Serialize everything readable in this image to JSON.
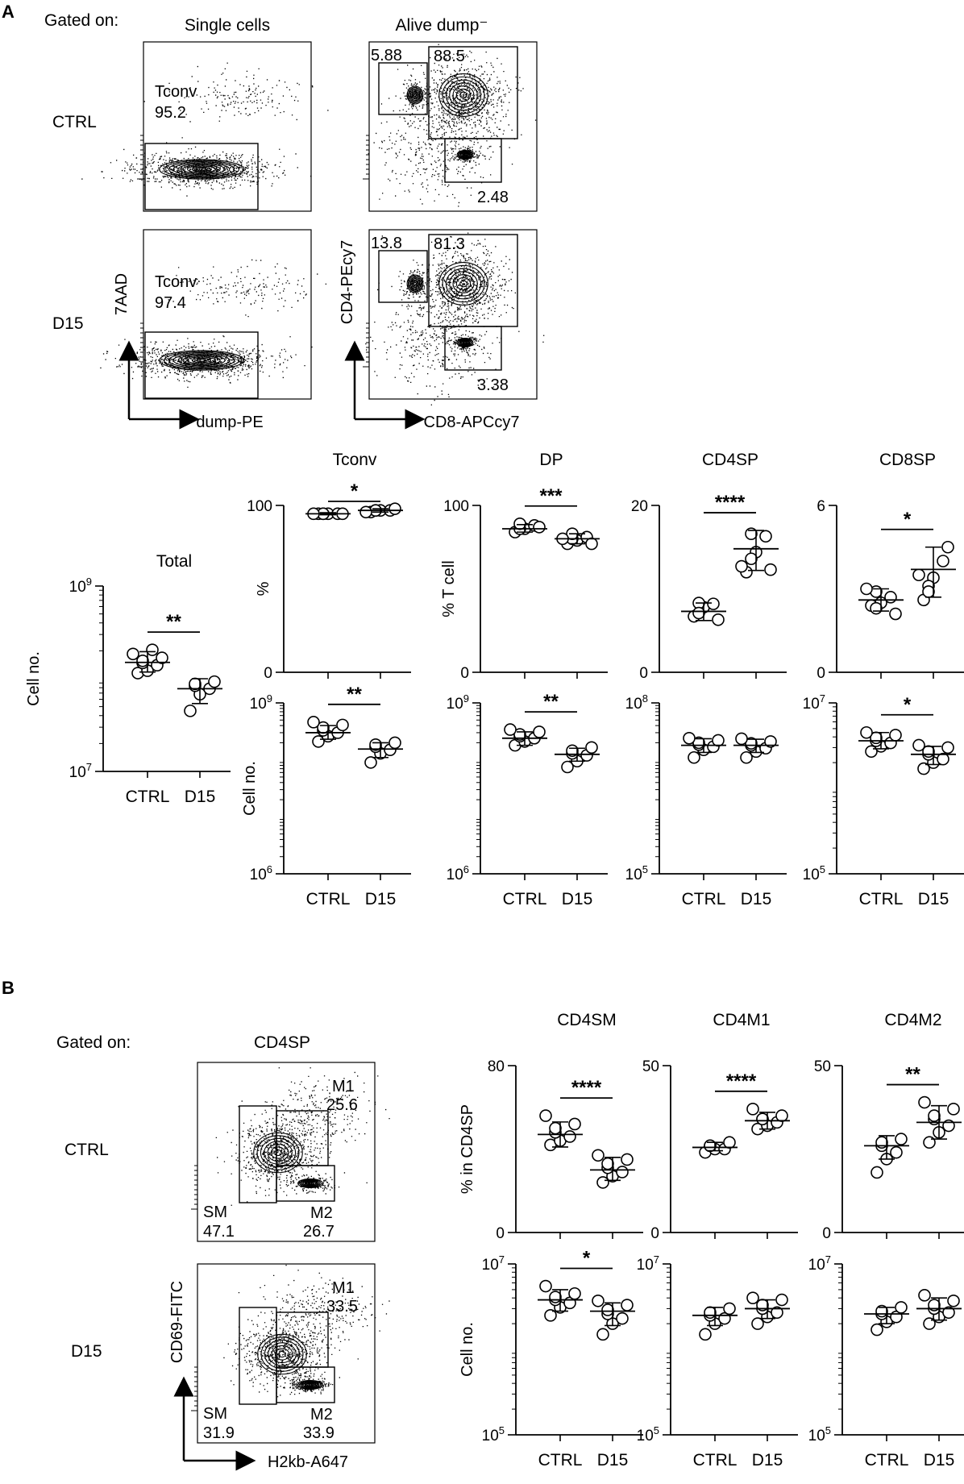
{
  "panels": {
    "A": {
      "letter": "A",
      "gated_on": "Gated on:",
      "gate_titles": [
        "Single cells",
        "Alive dump⁻"
      ],
      "rows": [
        "CTRL",
        "D15"
      ],
      "facs": [
        {
          "row": "CTRL",
          "plot": "7AAD_vs_dump",
          "gate_label": "Tconv",
          "gate_value": "95.2"
        },
        {
          "row": "CTRL",
          "plot": "CD4_vs_CD8",
          "values": [
            "5.88",
            "88.5",
            "2.48"
          ]
        },
        {
          "row": "D15",
          "plot": "7AAD_vs_dump",
          "gate_label": "Tconv",
          "gate_value": "97.4"
        },
        {
          "row": "D15",
          "plot": "CD4_vs_CD8",
          "values": [
            "13.8",
            "81.3",
            "3.38"
          ]
        }
      ],
      "facs_axes": {
        "y1": "7AAD",
        "x1": "dump-PE",
        "y2": "CD4-PEcy7",
        "x2": "CD8-APCcy7"
      }
    },
    "B": {
      "letter": "B",
      "gated_on": "Gated on:",
      "gate_title": "CD4SP",
      "rows": [
        "CTRL",
        "D15"
      ],
      "facs": [
        {
          "row": "CTRL",
          "M1": "25.6",
          "SM": "47.1",
          "M2": "26.7"
        },
        {
          "row": "D15",
          "M1": "33.5",
          "SM": "31.9",
          "M2": "33.9"
        }
      ],
      "gate_names": [
        "M1",
        "SM",
        "M2"
      ],
      "facs_axes": {
        "y": "CD69-FITC",
        "x": "H2kb-A647"
      }
    }
  },
  "chart_data": [
    {
      "id": "A_total",
      "type": "scatter",
      "title": "Total",
      "ylabel": "Cell no.",
      "scale": "log",
      "ylim": [
        10000000,
        1000000000
      ],
      "tick_values": [
        10000000,
        1000000000
      ],
      "tick_labels": [
        {
          "b": "10",
          "e": "7"
        },
        {
          "b": "10",
          "e": "9"
        }
      ],
      "categories": [
        "CTRL",
        "D15"
      ],
      "points": [
        [
          115000000,
          122000000,
          140000000,
          148000000,
          156000000,
          168000000,
          185000000,
          205000000
        ],
        [
          45000000,
          68000000,
          78000000,
          84000000,
          88000000,
          93000000
        ]
      ],
      "mean": [
        150000000,
        78000000
      ],
      "sd": [
        [
          118000000,
          196000000
        ],
        [
          54000000,
          100000000
        ]
      ],
      "significance": "**"
    },
    {
      "id": "A_tconv_pct",
      "type": "scatter",
      "title": "Tconv",
      "ylabel": "%",
      "scale": "linear",
      "ylim": [
        0,
        100
      ],
      "tick_values": [
        0,
        100
      ],
      "tick_labels": [
        {
          "b": "0"
        },
        {
          "b": "100"
        }
      ],
      "categories": [
        "",
        ""
      ],
      "points": [
        [
          95,
          95,
          95,
          95,
          95,
          95,
          95
        ],
        [
          96,
          97,
          97,
          97,
          97,
          98,
          96
        ]
      ],
      "mean": [
        95,
        97
      ],
      "sd": [
        [
          94.4,
          95.6
        ],
        [
          96,
          98
        ]
      ],
      "significance": "*"
    },
    {
      "id": "A_dp_pct",
      "type": "scatter",
      "title": "DP",
      "ylabel": "% T cell",
      "scale": "linear",
      "ylim": [
        0,
        100
      ],
      "tick_values": [
        0,
        100
      ],
      "tick_labels": [
        {
          "b": "0"
        },
        {
          "b": "100"
        }
      ],
      "categories": [
        "",
        ""
      ],
      "points": [
        [
          84,
          86,
          88,
          86,
          89,
          87
        ],
        [
          77,
          79,
          81,
          80,
          83,
          77,
          80
        ]
      ],
      "mean": [
        86,
        80
      ],
      "sd": [
        [
          84,
          88.5
        ],
        [
          77,
          83
        ]
      ],
      "significance": "***"
    },
    {
      "id": "A_cd4sp_pct",
      "type": "scatter",
      "title": "CD4SP",
      "ylabel": "",
      "scale": "linear",
      "ylim": [
        0,
        20
      ],
      "tick_values": [
        0,
        20
      ],
      "tick_labels": [
        {
          "b": "0"
        },
        {
          "b": "20"
        }
      ],
      "categories": [
        "",
        ""
      ],
      "points": [
        [
          6.7,
          7.8,
          8.2,
          8.3,
          7.1,
          6.3
        ],
        [
          12.0,
          14.4,
          16.3,
          16.6,
          13.6,
          12.3,
          12.7
        ]
      ],
      "mean": [
        7.3,
        14.8
      ],
      "sd": [
        [
          6.2,
          8.3
        ],
        [
          12.2,
          17.0
        ]
      ],
      "significance": "****"
    },
    {
      "id": "A_cd8sp_pct",
      "type": "scatter",
      "title": "CD8SP",
      "ylabel": "",
      "scale": "linear",
      "ylim": [
        0,
        6
      ],
      "tick_values": [
        0,
        6
      ],
      "tick_labels": [
        {
          "b": "0"
        },
        {
          "b": "6"
        }
      ],
      "categories": [
        "",
        ""
      ],
      "points": [
        [
          2.4,
          2.5,
          2.7,
          2.9,
          2.3,
          2.1,
          3.0
        ],
        [
          2.6,
          3.4,
          4.0,
          3.1,
          2.9,
          4.5,
          3.5
        ]
      ],
      "mean": [
        2.6,
        3.7
      ],
      "sd": [
        [
          2.2,
          3.0
        ],
        [
          2.7,
          4.5
        ]
      ],
      "significance": "*"
    },
    {
      "id": "A_tconv_no",
      "type": "scatter",
      "title": "",
      "ylabel": "Cell no.",
      "scale": "log",
      "ylim": [
        1000000,
        1000000000
      ],
      "tick_values": [
        1000000,
        1000000000
      ],
      "tick_labels": [
        {
          "b": "10",
          "e": "6"
        },
        {
          "b": "10",
          "e": "9"
        }
      ],
      "categories": [
        "CTRL",
        "D15"
      ],
      "points": [
        [
          210000000,
          260000000,
          300000000,
          330000000,
          370000000,
          410000000,
          460000000
        ],
        [
          90000000,
          130000000,
          150000000,
          170000000,
          185000000,
          200000000
        ]
      ],
      "mean": [
        300000000,
        155000000
      ],
      "sd": [
        [
          230000000,
          400000000
        ],
        [
          110000000,
          200000000
        ]
      ],
      "significance": "**"
    },
    {
      "id": "A_dp_no",
      "type": "scatter",
      "title": "",
      "ylabel": "",
      "scale": "log",
      "ylim": [
        1000000,
        1000000000
      ],
      "tick_values": [
        1000000,
        1000000000
      ],
      "tick_labels": [
        {
          "b": "10",
          "e": "6"
        },
        {
          "b": "10",
          "e": "9"
        }
      ],
      "categories": [
        "CTRL",
        "D15"
      ],
      "points": [
        [
          180000000,
          210000000,
          240000000,
          260000000,
          280000000,
          310000000,
          340000000
        ],
        [
          75000000,
          95000000,
          120000000,
          130000000,
          145000000,
          165000000
        ]
      ],
      "mean": [
        240000000,
        125000000
      ],
      "sd": [
        [
          180000000,
          310000000
        ],
        [
          95000000,
          160000000
        ]
      ],
      "significance": "**"
    },
    {
      "id": "A_cd4sp_no",
      "type": "scatter",
      "title": "",
      "ylabel": "",
      "scale": "log",
      "ylim": [
        100000,
        100000000
      ],
      "tick_values": [
        100000,
        100000000
      ],
      "tick_labels": [
        {
          "b": "10",
          "e": "5"
        },
        {
          "b": "10",
          "e": "8"
        }
      ],
      "categories": [
        "CTRL",
        "D15"
      ],
      "points": [
        [
          11000000,
          15000000,
          17000000,
          18500000,
          20000000,
          22000000,
          24000000
        ],
        [
          11000000,
          14000000,
          16000000,
          18000000,
          19500000,
          21000000,
          23500000
        ]
      ],
      "mean": [
        18000000,
        18000000
      ],
      "sd": [
        [
          13500000,
          23500000
        ],
        [
          13500000,
          23000000
        ]
      ],
      "significance": ""
    },
    {
      "id": "A_cd8sp_no",
      "type": "scatter",
      "title": "",
      "ylabel": "",
      "scale": "log",
      "ylim": [
        100000,
        10000000
      ],
      "tick_values": [
        100000,
        10000000
      ],
      "tick_labels": [
        {
          "b": "10",
          "e": "5"
        },
        {
          "b": "10",
          "e": "7"
        }
      ],
      "categories": [
        "CTRL",
        "D15"
      ],
      "points": [
        [
          2700000,
          3100000,
          3400000,
          3600000,
          3900000,
          4200000,
          4500000
        ],
        [
          1700000,
          2000000,
          2200000,
          2500000,
          2700000,
          3000000,
          3200000
        ]
      ],
      "mean": [
        3600000,
        2500000
      ],
      "sd": [
        [
          2900000,
          4500000
        ],
        [
          1900000,
          3100000
        ]
      ],
      "significance": "*"
    },
    {
      "id": "B_cd4sm_pct",
      "type": "scatter",
      "title": "CD4SM",
      "ylabel": "% in CD4SP",
      "scale": "linear",
      "ylim": [
        0,
        80
      ],
      "tick_values": [
        0,
        80
      ],
      "tick_labels": [
        {
          "b": "0"
        },
        {
          "b": "80"
        }
      ],
      "categories": [
        "",
        ""
      ],
      "points": [
        [
          42,
          44,
          46,
          48,
          50,
          52,
          56
        ],
        [
          24,
          27,
          29,
          31,
          33,
          35,
          37
        ]
      ],
      "mean": [
        47,
        30
      ],
      "sd": [
        [
          41,
          53
        ],
        [
          25,
          36
        ]
      ],
      "significance": "****"
    },
    {
      "id": "B_cd4m1_pct",
      "type": "scatter",
      "title": "CD4M1",
      "ylabel": "",
      "scale": "linear",
      "ylim": [
        0,
        50
      ],
      "tick_values": [
        0,
        50
      ],
      "tick_labels": [
        {
          "b": "0"
        },
        {
          "b": "50"
        }
      ],
      "categories": [
        "",
        ""
      ],
      "points": [
        [
          24,
          25,
          25,
          26,
          26,
          27
        ],
        [
          31,
          32,
          33,
          34,
          34,
          35,
          37
        ]
      ],
      "mean": [
        25.5,
        33.5
      ],
      "sd": [
        [
          24.5,
          27
        ],
        [
          31,
          36
        ]
      ],
      "significance": "****"
    },
    {
      "id": "B_cd4m2_pct",
      "type": "scatter",
      "title": "CD4M2",
      "ylabel": "",
      "scale": "linear",
      "ylim": [
        0,
        50
      ],
      "tick_values": [
        0,
        50
      ],
      "tick_labels": [
        {
          "b": "0"
        },
        {
          "b": "50"
        }
      ],
      "categories": [
        "",
        ""
      ],
      "points": [
        [
          18,
          22,
          24,
          26,
          27,
          28
        ],
        [
          27,
          30,
          32,
          34,
          35,
          37,
          39
        ]
      ],
      "mean": [
        26,
        33
      ],
      "sd": [
        [
          22,
          29
        ],
        [
          28,
          38
        ]
      ],
      "significance": "**"
    },
    {
      "id": "B_cd4sm_no",
      "type": "scatter",
      "title": "",
      "ylabel": "Cell no.",
      "scale": "log",
      "ylim": [
        100000,
        10000000
      ],
      "tick_values": [
        100000,
        10000000
      ],
      "tick_labels": [
        {
          "b": "10",
          "e": "5"
        },
        {
          "b": "10",
          "e": "7"
        }
      ],
      "categories": [
        "CTRL",
        "D15"
      ],
      "points": [
        [
          2500000,
          3100000,
          3500000,
          3800000,
          4100000,
          4500000,
          5500000
        ],
        [
          1500000,
          2000000,
          2300000,
          2600000,
          2900000,
          3300000,
          3700000
        ]
      ],
      "mean": [
        3800000,
        2800000
      ],
      "sd": [
        [
          2800000,
          5000000
        ],
        [
          1900000,
          3500000
        ]
      ],
      "significance": "*"
    },
    {
      "id": "B_cd4m1_no",
      "type": "scatter",
      "title": "",
      "ylabel": "",
      "scale": "log",
      "ylim": [
        100000,
        10000000
      ],
      "tick_values": [
        100000,
        10000000
      ],
      "tick_labels": [
        {
          "b": "10",
          "e": "5"
        },
        {
          "b": "10",
          "e": "7"
        }
      ],
      "categories": [
        "CTRL",
        "D15"
      ],
      "points": [
        [
          1500000,
          2000000,
          2300000,
          2500000,
          2700000,
          3000000
        ],
        [
          2000000,
          2400000,
          2700000,
          3000000,
          3300000,
          3800000,
          4000000
        ]
      ],
      "mean": [
        2500000,
        3000000
      ],
      "sd": [
        [
          1900000,
          3100000
        ],
        [
          2300000,
          3800000
        ]
      ],
      "significance": ""
    },
    {
      "id": "B_cd4m2_no",
      "type": "scatter",
      "title": "",
      "ylabel": "",
      "scale": "log",
      "ylim": [
        100000,
        10000000
      ],
      "tick_values": [
        100000,
        10000000
      ],
      "tick_labels": [
        {
          "b": "10",
          "e": "5"
        },
        {
          "b": "10",
          "e": "7"
        }
      ],
      "categories": [
        "CTRL",
        "D15"
      ],
      "points": [
        [
          1700000,
          2100000,
          2400000,
          2600000,
          2800000,
          3100000
        ],
        [
          2000000,
          2400000,
          2700000,
          3000000,
          3300000,
          3700000,
          4300000
        ]
      ],
      "mean": [
        2600000,
        3000000
      ],
      "sd": [
        [
          2000000,
          3100000
        ],
        [
          2200000,
          4000000
        ]
      ],
      "significance": ""
    }
  ]
}
